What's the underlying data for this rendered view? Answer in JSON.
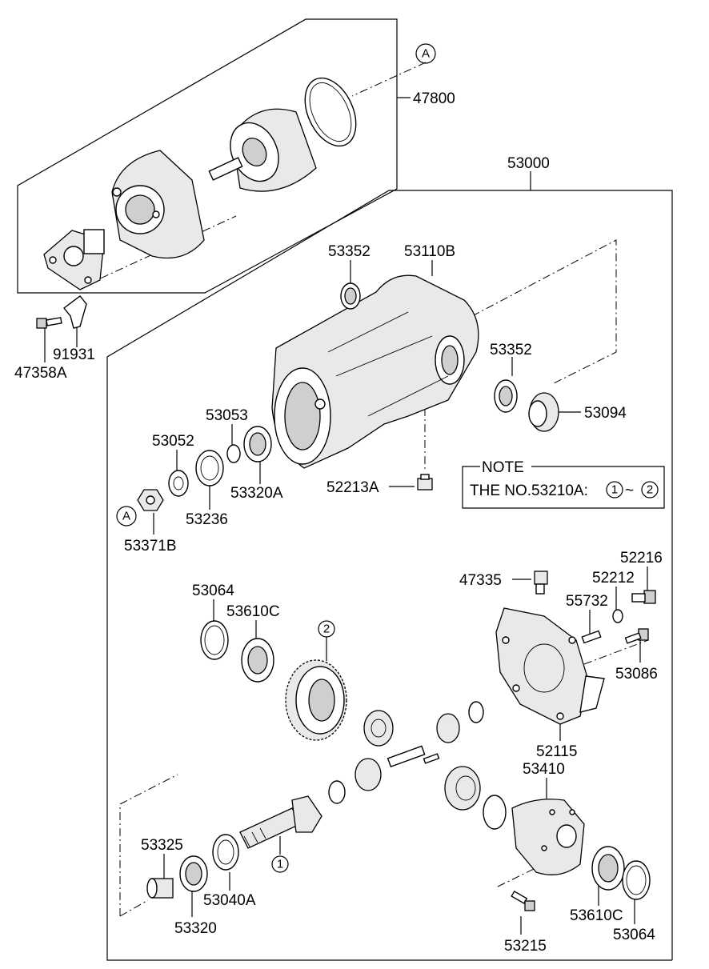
{
  "callouts": {
    "c47800": "47800",
    "c53000": "53000",
    "c53352_top": "53352",
    "c53110B": "53110B",
    "c53352_right": "53352",
    "c53094": "53094",
    "c91931": "91931",
    "c47358A": "47358A",
    "c53053": "53053",
    "c53052": "53052",
    "c53320A": "53320A",
    "c52213A": "52213A",
    "c53236": "53236",
    "c53371B": "53371B",
    "c52216": "52216",
    "c47335": "47335",
    "c52212": "52212",
    "c55732": "55732",
    "c53064_left": "53064",
    "c53610C_left": "53610C",
    "c53086": "53086",
    "c52115": "52115",
    "c53410": "53410",
    "c53325": "53325",
    "c53040A": "53040A",
    "c53320": "53320",
    "c53610C_right": "53610C",
    "c53064_right": "53064",
    "c53215": "53215"
  },
  "markers": {
    "a_top": "A",
    "a_left": "A",
    "one_note": "1",
    "two_note": "2",
    "two_gear": "2",
    "one_pinion": "1"
  },
  "note": {
    "title": "NOTE",
    "text": "THE NO.53210A:",
    "tilde": "~"
  }
}
